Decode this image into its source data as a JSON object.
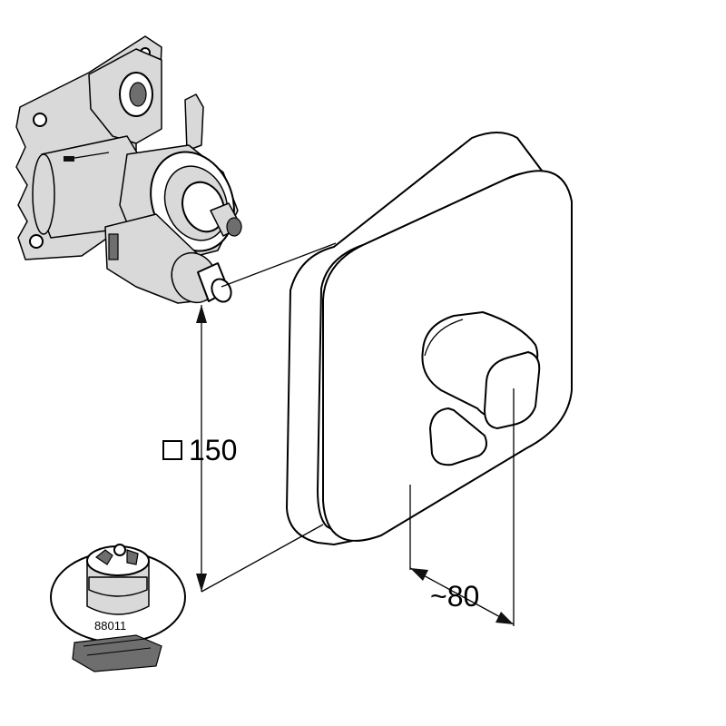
{
  "dimensions": {
    "height_label": "150",
    "height_symbol": "square",
    "depth_label": "~80"
  },
  "part_number": "88011",
  "colors": {
    "line": "#000000",
    "body_fill": "#d9d9d9",
    "dark_fill": "#6e6e6e",
    "background": "#ffffff"
  }
}
